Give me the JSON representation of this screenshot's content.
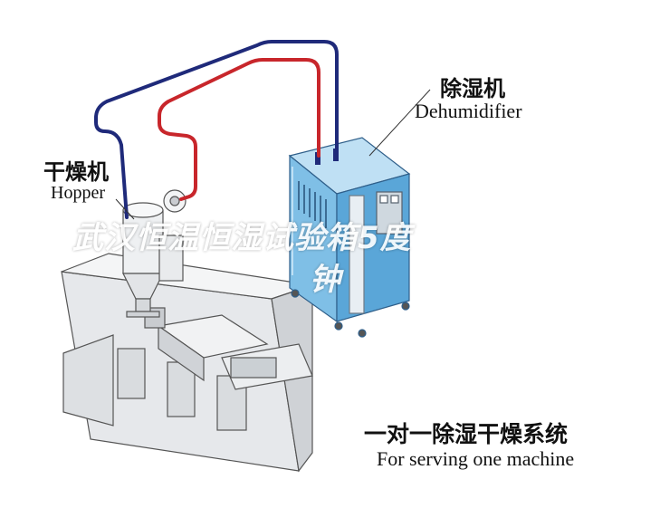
{
  "labels": {
    "dehumidifier_cn": "除湿机",
    "dehumidifier_en": "Dehumidifier",
    "hopper_cn": "干燥机",
    "hopper_en": "Hopper",
    "system_cn": "一对一除湿干燥系统",
    "system_en": "For serving one machine"
  },
  "watermark": {
    "line1": "武汉恒温恒湿试验箱5度",
    "line2": "钟"
  },
  "colors": {
    "pipe_blue": "#1f2a7a",
    "pipe_red": "#c8262b",
    "cabinet_blue": "#5aa6d8",
    "machine_gray": "#e3e5e8"
  }
}
